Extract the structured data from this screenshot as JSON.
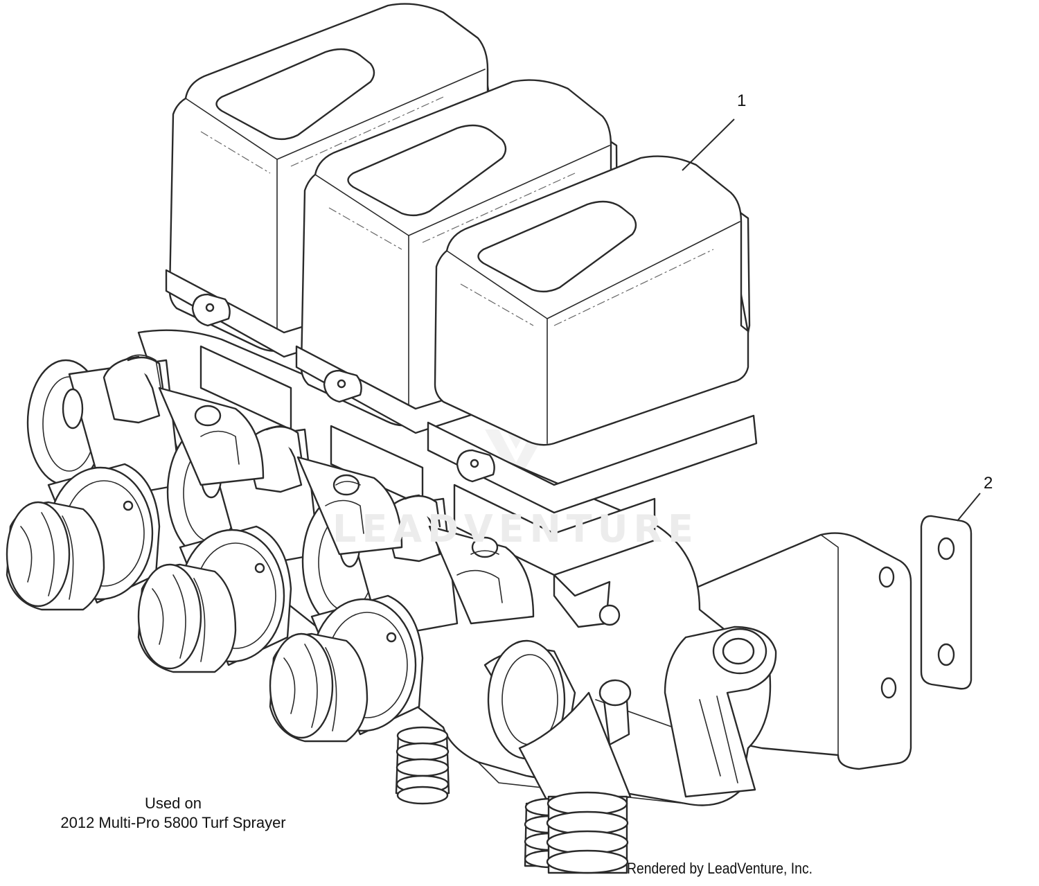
{
  "callouts": {
    "part_1": "1",
    "part_2": "2"
  },
  "usage": {
    "line1": "Used on",
    "line2": "2012 Multi-Pro 5800 Turf Sprayer"
  },
  "watermark": {
    "text": "LEADVENTURE"
  },
  "credit": {
    "text": "Rendered by LeadVenture, Inc."
  },
  "colors": {
    "line": "#2a2a2a",
    "watermark": "#ececec"
  }
}
